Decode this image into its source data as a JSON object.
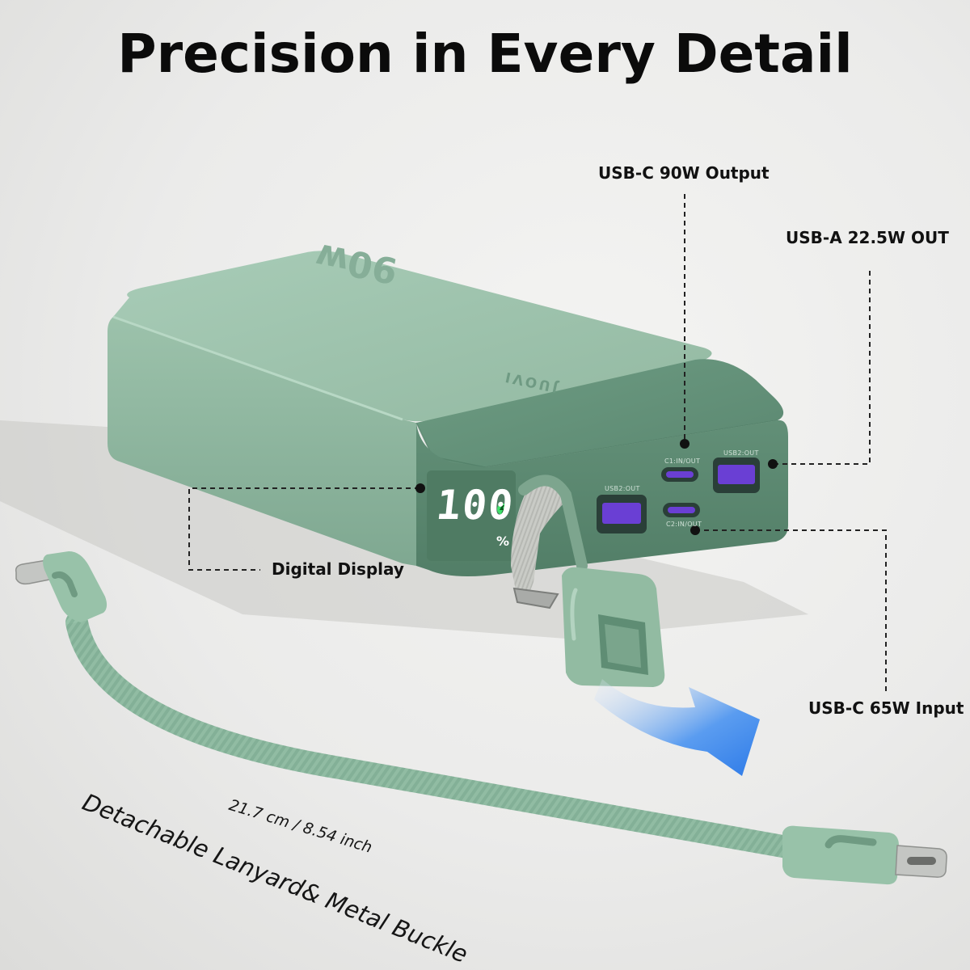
{
  "headline": "Precision in Every Detail",
  "device": {
    "rating_text": "90w",
    "brand_text": "JUOVI",
    "display_value": "100",
    "display_unit": "%",
    "ports": {
      "left_usb": "USB2:OUT",
      "right_usb": "USB2:OUT",
      "c1": "C1:IN/OUT",
      "c2": "C2:IN/OUT"
    }
  },
  "callouts": {
    "usbc_output": "USB-C 90W Output",
    "usba_output": "USB-A 22.5W OUT",
    "digital_display": "Digital Display",
    "usbc_input": "USB-C 65W Input"
  },
  "cable": {
    "length": "21.7 cm / 8.54 inch",
    "accessory": "Detachable Lanyard& Metal Buckle"
  },
  "colors": {
    "body_green": "#98bfa8",
    "dark_green": "#5f8f76",
    "arrow_blue": "#2e7be8"
  }
}
